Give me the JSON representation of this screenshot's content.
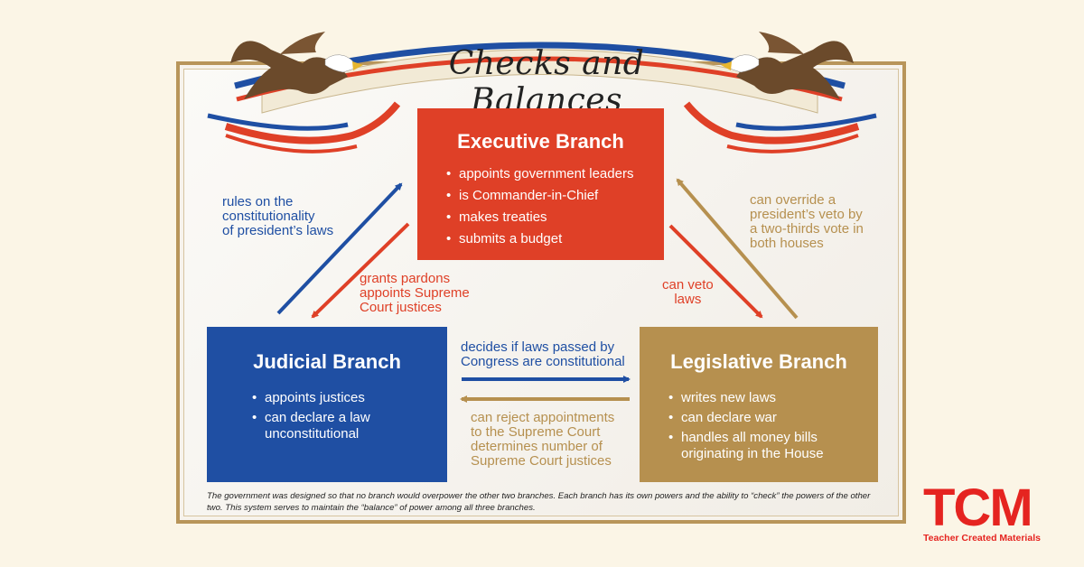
{
  "title": "Checks and Balances",
  "colors": {
    "executive": "#df4027",
    "judicial": "#1f4fa3",
    "legislative": "#b6904f",
    "frame": "#b8955a",
    "brand": "#e52420"
  },
  "branches": {
    "executive": {
      "title": "Executive Branch",
      "powers": [
        "appoints government leaders",
        "is Commander-in-Chief",
        "makes treaties",
        "submits a budget"
      ]
    },
    "judicial": {
      "title": "Judicial Branch",
      "powers": [
        "appoints justices",
        "can declare a law\nunconstitutional"
      ]
    },
    "legislative": {
      "title": "Legislative Branch",
      "powers": [
        "writes new laws",
        "can declare war",
        "handles all money bills\noriginating in the House"
      ]
    }
  },
  "checks": {
    "judicial_to_executive": "rules on the\nconstitutionality\nof president’s laws",
    "executive_to_judicial": "grants pardons\nappoints Supreme\nCourt justices",
    "legislative_to_executive": "can override a\npresident’s veto by\na two-thirds vote in\nboth houses",
    "executive_to_legislative": "can veto\nlaws",
    "judicial_to_legislative": "decides if laws passed by\nCongress are constitutional",
    "legislative_to_judicial": "can reject appointments\nto the Supreme Court\ndetermines number of\nSupreme Court justices"
  },
  "footnote": "The government was designed so that no branch would overpower the other two branches. Each branch has its own powers and the ability to “check” the powers of the other two. This system serves to maintain the “balance” of power among all three branches.",
  "logo": {
    "letters": "TCM",
    "subtitle": "Teacher Created Materials"
  },
  "icons": [
    "eagle-icon",
    "banner-ribbon"
  ]
}
